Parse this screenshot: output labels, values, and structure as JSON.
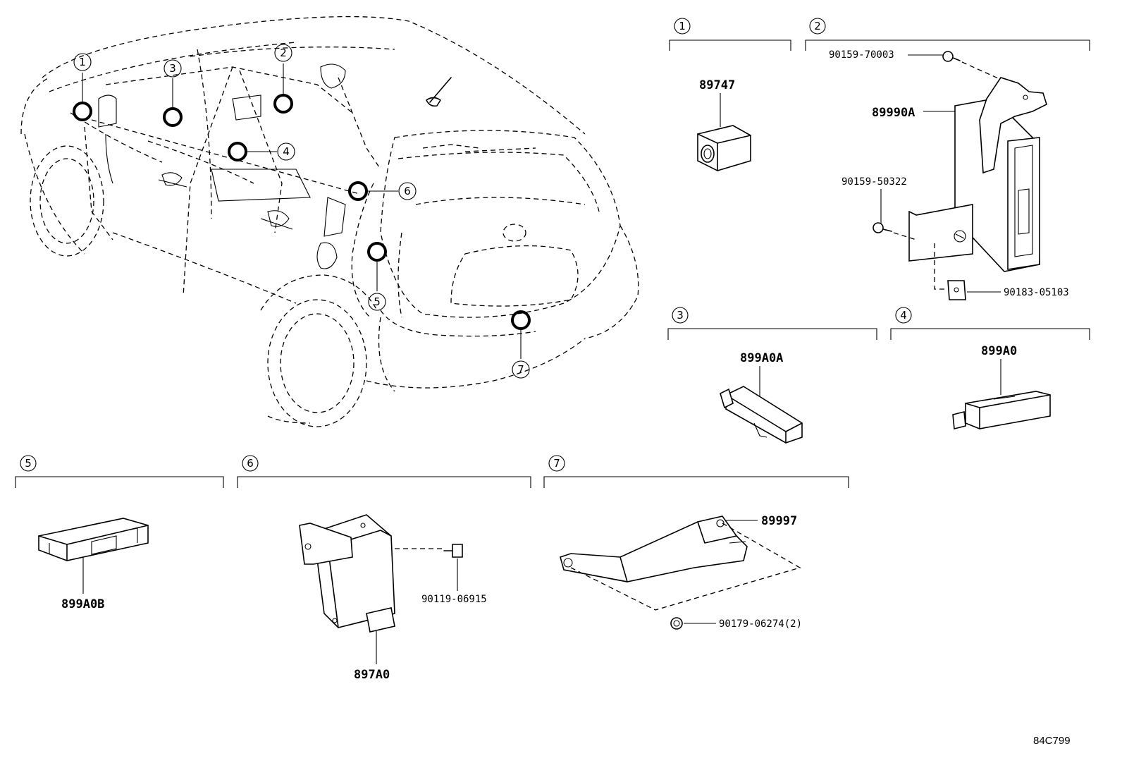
{
  "callouts": [
    "1",
    "2",
    "3",
    "4",
    "5",
    "6",
    "7"
  ],
  "groups": {
    "g1": {
      "label": "1",
      "parts": {
        "p89747": "89747"
      }
    },
    "g2": {
      "label": "2",
      "parts": {
        "p70003": "90159-70003",
        "p89990a": "89990A",
        "p50322": "90159-50322",
        "p05103": "90183-05103"
      }
    },
    "g3": {
      "label": "3",
      "parts": {
        "p899a0a": "899A0A"
      }
    },
    "g4": {
      "label": "4",
      "parts": {
        "p899a0": "899A0"
      }
    },
    "g5": {
      "label": "5",
      "parts": {
        "p899a0b": "899A0B"
      }
    },
    "g6": {
      "label": "6",
      "parts": {
        "p897a0": "897A0",
        "p06915": "90119-06915"
      }
    },
    "g7": {
      "label": "7",
      "parts": {
        "p89997": "89997",
        "p06274": "90179-06274(2)"
      }
    }
  },
  "diagram_ref": "84C799"
}
